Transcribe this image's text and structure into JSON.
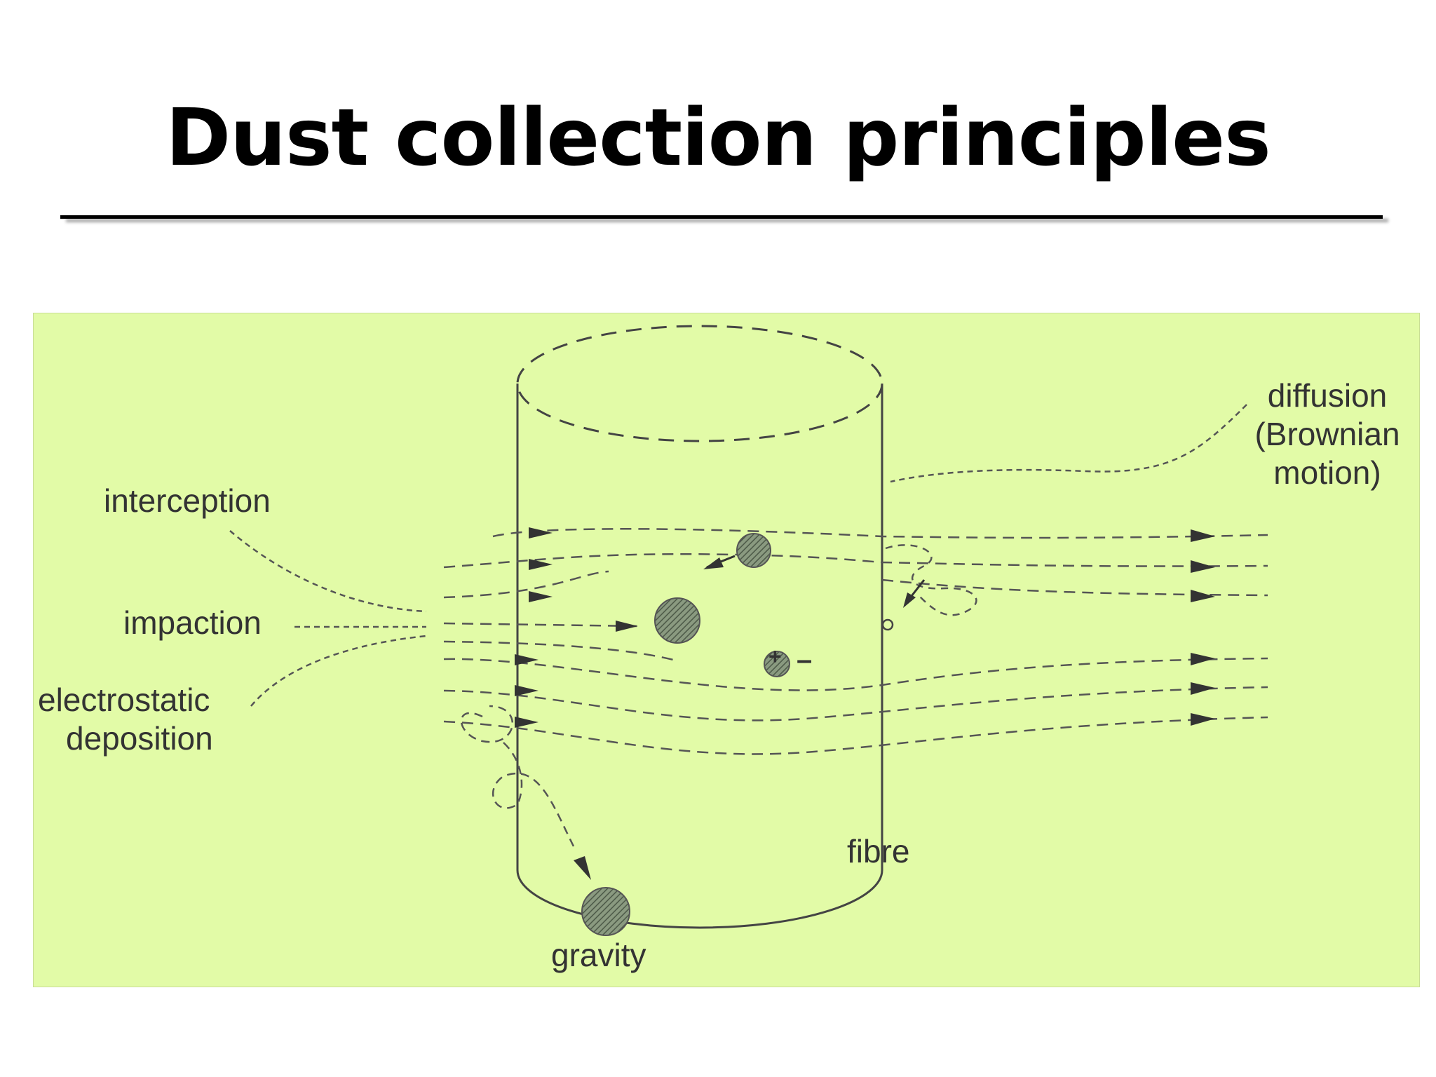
{
  "slide": {
    "title": "Dust collection principles"
  },
  "diagram": {
    "labels": {
      "interception": "interception",
      "impaction": "impaction",
      "electrostatic_line1": "electrostatic",
      "electrostatic_line2": "deposition",
      "gravity": "gravity",
      "fibre": "fibre",
      "diffusion_line1": "diffusion",
      "diffusion_line2": "(Brownian",
      "diffusion_line3": "motion)"
    },
    "charge_symbols": {
      "particle_charge": "+",
      "fibre_charge": "–"
    },
    "colors": {
      "background": "#e2fba7",
      "ink": "#333333"
    }
  }
}
